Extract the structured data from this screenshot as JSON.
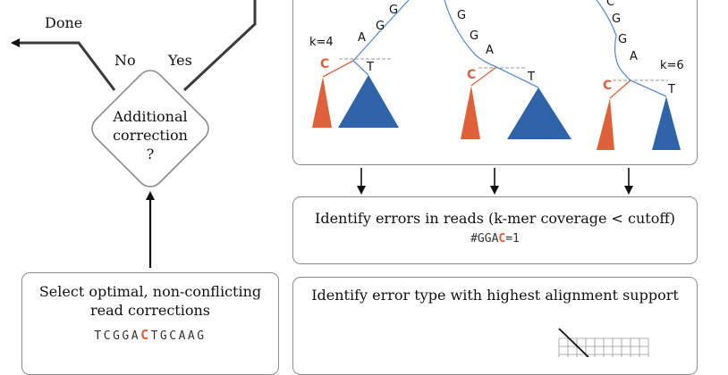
{
  "colors": {
    "accent": "#e0603a",
    "tree_blue": "#2f64a8",
    "branch_blue": "#5b8ed1",
    "box_border": "#8c8c8c"
  },
  "flow": {
    "done_label": "Done",
    "no_label": "No",
    "yes_label": "Yes",
    "decision_line1": "Additional",
    "decision_line2": "correction",
    "decision_line3": "?"
  },
  "tree_panel": {
    "tree1": {
      "k_label": "k=4",
      "letters": [
        "G",
        "G",
        "A"
      ],
      "left_base": "C",
      "right_base": "T"
    },
    "tree2": {
      "letters": [
        "G",
        "G",
        "A"
      ],
      "left_base": "C",
      "right_base": "T"
    },
    "tree3": {
      "k_label": "k=6",
      "letters": [
        "C",
        "G",
        "G",
        "A"
      ],
      "left_base": "C",
      "right_base": "T"
    }
  },
  "identify_errors": {
    "title": "Identify errors in reads (k-mer coverage < cutoff)",
    "code_prefix": "#GGA",
    "code_highlight": "C",
    "code_suffix": "=1"
  },
  "error_type": {
    "title": "Identify error type with highest alignment support"
  },
  "select": {
    "title_line1": "Select optimal, non-conflicting",
    "title_line2": "read corrections",
    "seq_prefix": "TCGGA",
    "seq_highlight": "C",
    "seq_suffix": "TGCAAG"
  }
}
